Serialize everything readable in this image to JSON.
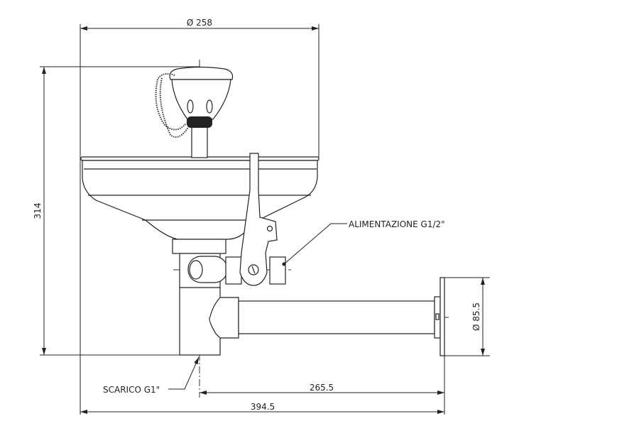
{
  "dimensions": {
    "top_diameter": "Ø 258",
    "height": "314",
    "flange_diameter": "Ø 85.5",
    "wall_to_drain": "265.5",
    "overall_depth": "394.5"
  },
  "callouts": {
    "supply": "ALIMENTAZIONE G1/2\"",
    "drain": "SCARICO G1\""
  },
  "colors": {
    "line": "#222222",
    "background": "#ffffff"
  }
}
